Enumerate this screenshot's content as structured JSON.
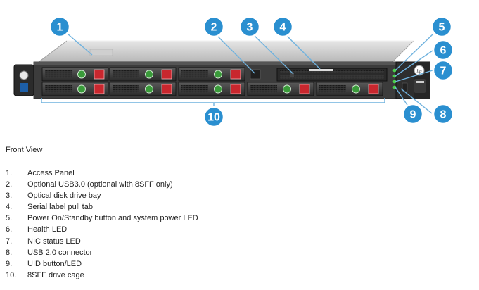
{
  "server": {
    "brand_icon": "hp-logo-icon",
    "callouts": [
      "1",
      "2",
      "3",
      "4",
      "5",
      "6",
      "7",
      "8",
      "9",
      "10"
    ]
  },
  "caption": "Front View",
  "legend": [
    {
      "num": "1.",
      "label": "Access Panel"
    },
    {
      "num": "2.",
      "label": "Optional USB3.0 (optional with 8SFF only)"
    },
    {
      "num": "3.",
      "label": "Optical disk drive bay"
    },
    {
      "num": "4.",
      "label": "Serial label pull tab"
    },
    {
      "num": "5.",
      "label": "Power On/Standby button and system power LED"
    },
    {
      "num": "6.",
      "label": "Health LED"
    },
    {
      "num": "7.",
      "label": "NIC status LED"
    },
    {
      "num": "8.",
      "label": "USB 2.0 connector"
    },
    {
      "num": "9.",
      "label": "UID button/LED"
    },
    {
      "num": "10.",
      "label": "8SFF drive cage"
    }
  ],
  "colors": {
    "callout_fill": "#2a8fd0",
    "callout_ring": "#ffffff",
    "leader": "#2a8fd0",
    "chassis": "#3c3c3c",
    "bezel": "#2e2e2e",
    "drive_red": "#c9272e",
    "drive_green": "#3a9b3a",
    "led_green": "#4bd14b"
  }
}
